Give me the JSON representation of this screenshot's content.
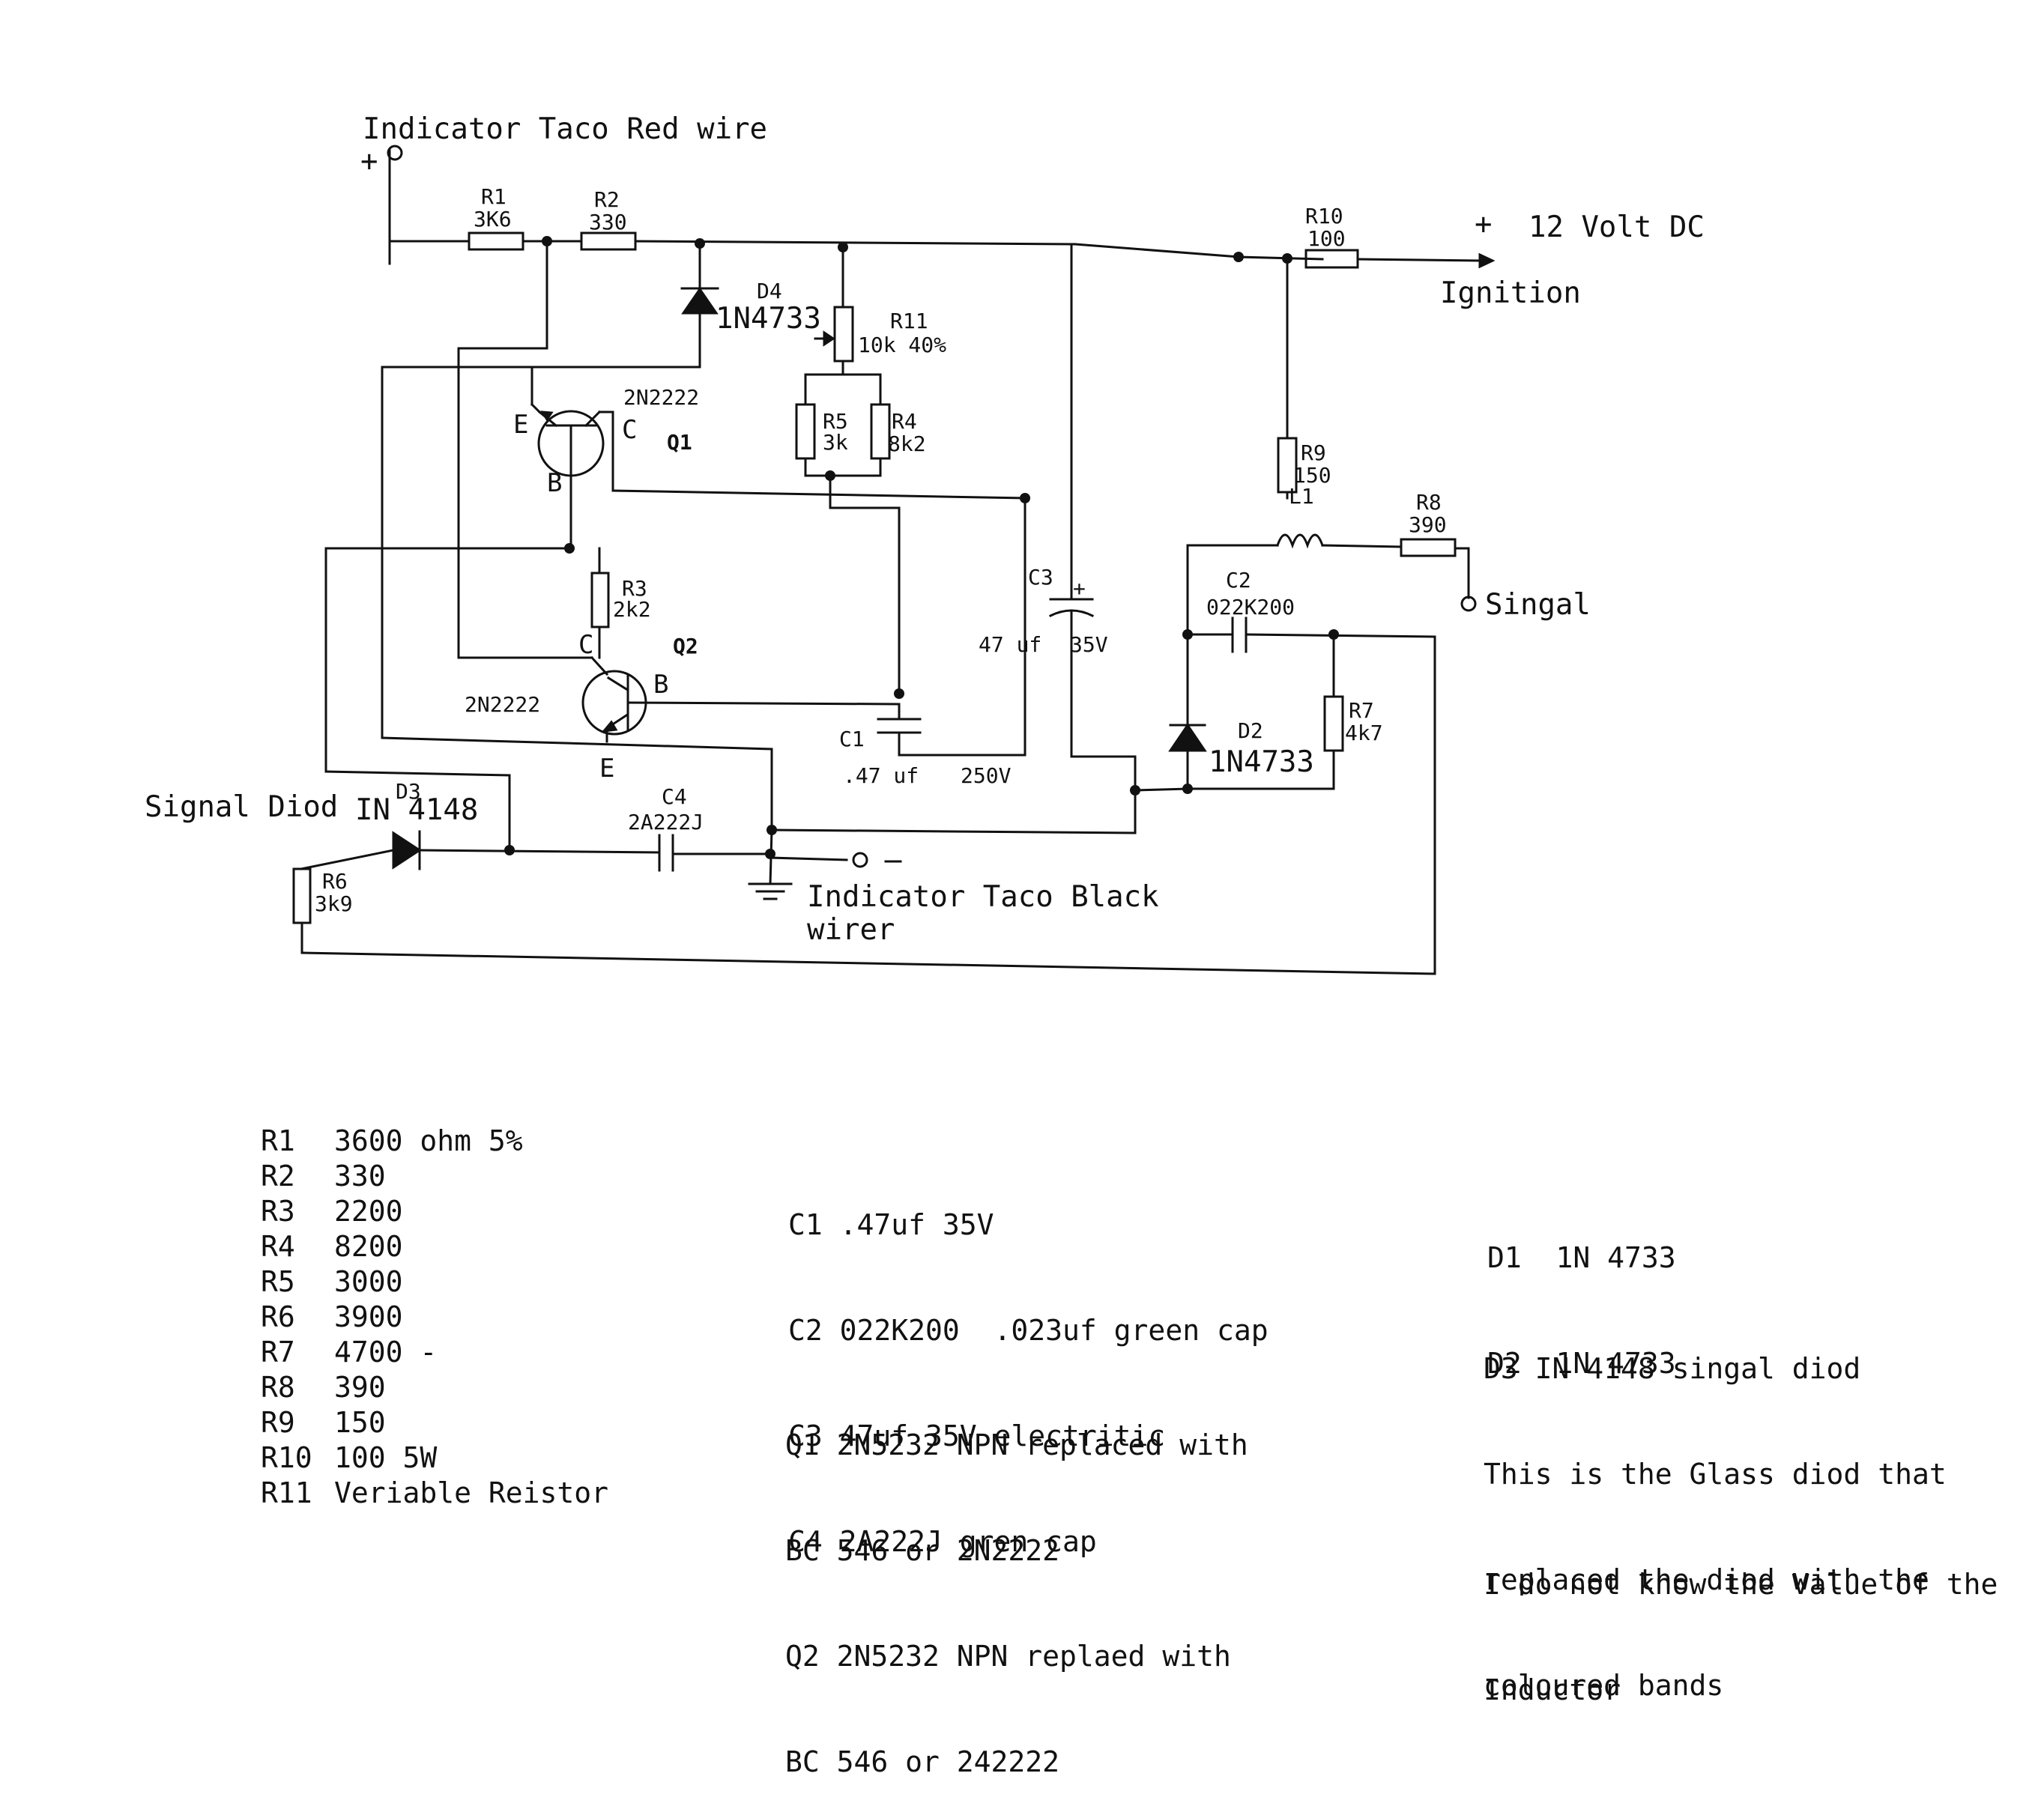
{
  "labels": {
    "taco_red": "Indicator Taco Red wire",
    "plus_top": "+",
    "r1": "R1",
    "r1_val": "3K6",
    "r2": "R2",
    "r2_val": "330",
    "r10": "R10",
    "r10_val": "100",
    "plus_12v": "+",
    "volt_12": "12 Volt DC",
    "ignition": "Ignition",
    "d4": "D4",
    "d4_val": "1N4733",
    "r11": "R11",
    "r11_val": "10k 40%",
    "q1_part": "2N2222",
    "q1_e": "E",
    "q1_c": "C",
    "q1_b": "B",
    "q1_name": "Q1",
    "r5": "R5",
    "r5_val": "3k",
    "r4": "R4",
    "r4_val": "8k2",
    "r9": "R9",
    "r9_val": "150",
    "l1": "L1",
    "r8": "R8",
    "r8_val": "390",
    "c2": "C2",
    "c2_val": "022K200",
    "singal": "Singal",
    "c3": "C3",
    "c3_plus": "+",
    "c3_val_a": "47 uf",
    "c3_val_b": "35V",
    "r3": "R3",
    "r3_val": "2k2",
    "q2_c": "C",
    "q2_name": "Q2",
    "q2_b": "B",
    "q2_e": "E",
    "q2_part": "2N2222",
    "c1": "C1",
    "c1_val_a": ".47 uf",
    "c1_val_b": "250V",
    "d2": "D2",
    "d2_val": "1N4733",
    "r7": "R7",
    "r7_val": "4k7",
    "signal_diod": "Signal Diod",
    "d3_part": "IN 4148",
    "d3": "D3",
    "c4": "C4",
    "c4_val": "2A222J",
    "minus": "–",
    "r6": "R6",
    "r6_val": "3k9",
    "taco_black_1": "Indicator Taco Black",
    "taco_black_2": "wirer"
  },
  "notes": {
    "resistors": [
      {
        "ref": "R1",
        "val": "3600 ohm 5%"
      },
      {
        "ref": "R2",
        "val": "330"
      },
      {
        "ref": "R3",
        "val": "2200"
      },
      {
        "ref": "R4",
        "val": "8200"
      },
      {
        "ref": "R5",
        "val": "3000"
      },
      {
        "ref": "R6",
        "val": "3900"
      },
      {
        "ref": "R7",
        "val": "4700 -"
      },
      {
        "ref": "R8",
        "val": "390"
      },
      {
        "ref": "R9",
        "val": "150"
      },
      {
        "ref": "R10",
        "val": "100 5W"
      },
      {
        "ref": "R11",
        "val": "Veriable Reistor"
      }
    ],
    "capacitors": [
      "C1 .47uf 35V",
      "C2 022K200  .023uf green cap",
      "C3 47uf 35V electritic",
      "C4 2A222J gren cap"
    ],
    "transistors": [
      "Q1 2N5232 NPN replaced with",
      "BC 546 or 2N2222",
      "Q2 2N5232 NPN replaed with",
      "BC 546 or 242222"
    ],
    "diodes": [
      "D1  1N 4733",
      "D2  1N 4733"
    ],
    "d3_note": [
      "D3 IN 4148 singal diod",
      "This is the Glass diod that",
      "replaced the diod with the",
      "coloured bands"
    ],
    "inductor_note": [
      "I do not know the Value of the",
      "Inductor"
    ]
  }
}
